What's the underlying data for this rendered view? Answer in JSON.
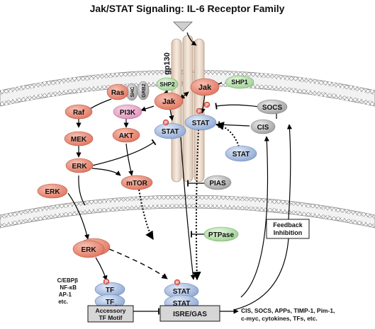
{
  "title": "Jak/STAT Signaling: IL-6 Receptor Family",
  "receptor": {
    "gp130": "gp130"
  },
  "proteins": {
    "ras": "Ras",
    "shc": "SHC",
    "grb2": "GRB2",
    "shp2": "SHP2",
    "jak_left": "Jak",
    "jak_right": "Jak",
    "shp1": "SHP1",
    "socs": "SOCS",
    "raf": "Raf",
    "pi3k": "PI3K",
    "stat_left": "STAT",
    "stat_right": "STAT",
    "cis": "CIS",
    "mek": "MEK",
    "akt": "AKT",
    "stat_free": "STAT",
    "erk_cyto": "ERK",
    "erk_left": "ERK",
    "mtor": "mTOR",
    "pias": "PIAS",
    "ptpase": "PTPase",
    "erk_nuclear": "ERK",
    "tf_top": "TF",
    "tf_bottom": "TF",
    "stat_dimer_top": "STAT",
    "stat_dimer_bottom": "STAT"
  },
  "phospho": "P",
  "feedback": {
    "line1": "Feedback",
    "line2": "Inhibition"
  },
  "tf_list": [
    "C/EBPβ",
    "NF-κB",
    "AP-1",
    "etc."
  ],
  "accessory": {
    "line1": "Accessory",
    "line2": "TF Motif"
  },
  "isre": "ISRE/GAS",
  "targets": {
    "line1": "CIS, SOCS, APPs, TIMP-1, Pim-1,",
    "line2": "c-myc, cytokines, TFs, etc."
  },
  "colors": {
    "salmon": "#e8826f",
    "blue": "#9db4da",
    "green": "#aedca3",
    "grey": "#b5b5b5",
    "pink": "#e9a6c8",
    "receptor": "#e8d6c7"
  }
}
